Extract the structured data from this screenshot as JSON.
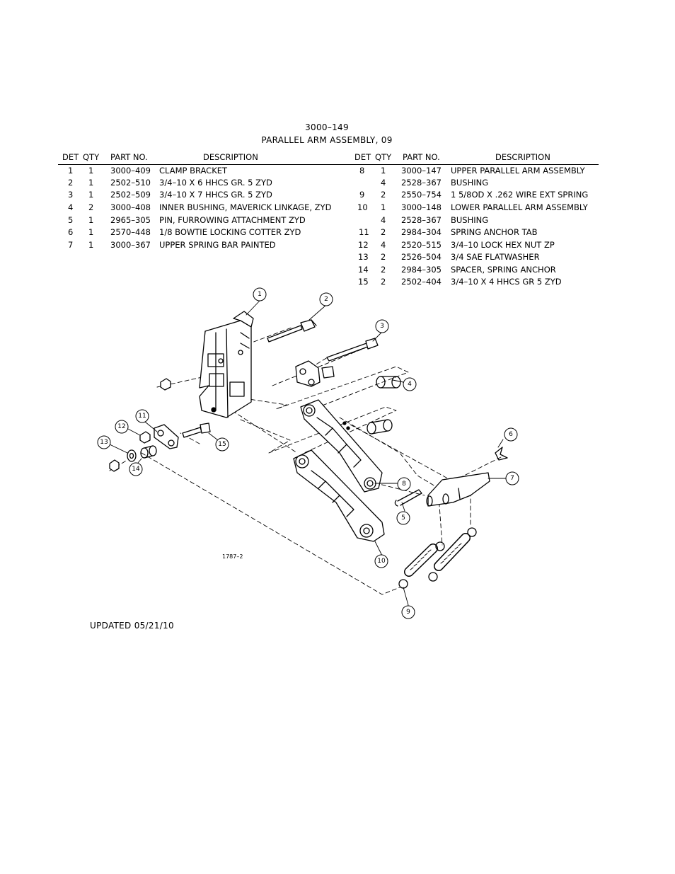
{
  "title": {
    "assembly_number": "3000–149",
    "assembly_name": "PARALLEL ARM ASSEMBLY, 09"
  },
  "columns": {
    "det": "DET",
    "qty": "QTY",
    "part_no": "PART NO.",
    "description": "DESCRIPTION"
  },
  "parts_left": [
    {
      "det": "1",
      "qty": "1",
      "part_no": "3000–409",
      "description": "CLAMP BRACKET"
    },
    {
      "det": "2",
      "qty": "1",
      "part_no": "2502–510",
      "description": "3/4–10 X 6 HHCS GR. 5 ZYD"
    },
    {
      "det": "3",
      "qty": "1",
      "part_no": "2502–509",
      "description": "3/4–10 X 7 HHCS GR. 5 ZYD"
    },
    {
      "det": "4",
      "qty": "2",
      "part_no": "3000–408",
      "description": "INNER BUSHING, MAVERICK LINKAGE, ZYD"
    },
    {
      "det": "5",
      "qty": "1",
      "part_no": "2965–305",
      "description": "PIN, FURROWING ATTACHMENT ZYD"
    },
    {
      "det": "6",
      "qty": "1",
      "part_no": "2570–448",
      "description": "1/8 BOWTIE LOCKING COTTER ZYD"
    },
    {
      "det": "7",
      "qty": "1",
      "part_no": "3000–367",
      "description": "UPPER SPRING BAR PAINTED"
    }
  ],
  "parts_right": [
    {
      "det": "8",
      "qty": "1",
      "part_no": "3000–147",
      "description": "UPPER PARALLEL ARM ASSEMBLY"
    },
    {
      "det": "",
      "qty": "4",
      "part_no": "2528–367",
      "description": "BUSHING"
    },
    {
      "det": "9",
      "qty": "2",
      "part_no": "2550–754",
      "description": "1 5/8OD X .262 WIRE EXT SPRING"
    },
    {
      "det": "10",
      "qty": "1",
      "part_no": "3000–148",
      "description": "LOWER PARALLEL ARM ASSEMBLY"
    },
    {
      "det": "",
      "qty": "4",
      "part_no": "2528–367",
      "description": "BUSHING"
    },
    {
      "det": "11",
      "qty": "2",
      "part_no": "2984–304",
      "description": "SPRING ANCHOR TAB"
    },
    {
      "det": "12",
      "qty": "4",
      "part_no": "2520–515",
      "description": "3/4–10 LOCK HEX NUT ZP"
    },
    {
      "det": "13",
      "qty": "2",
      "part_no": "2526–504",
      "description": "3/4 SAE FLATWASHER"
    },
    {
      "det": "14",
      "qty": "2",
      "part_no": "2984–305",
      "description": "SPACER, SPRING ANCHOR"
    },
    {
      "det": "15",
      "qty": "2",
      "part_no": "2502–404",
      "description": "3/4–10 X 4 HHCS GR 5 ZYD"
    }
  ],
  "callouts": [
    "1",
    "2",
    "3",
    "4",
    "5",
    "6",
    "7",
    "8",
    "9",
    "10",
    "11",
    "12",
    "13",
    "14",
    "15"
  ],
  "drawing_number": "1787–2",
  "updated": "UPDATED 05/21/10"
}
